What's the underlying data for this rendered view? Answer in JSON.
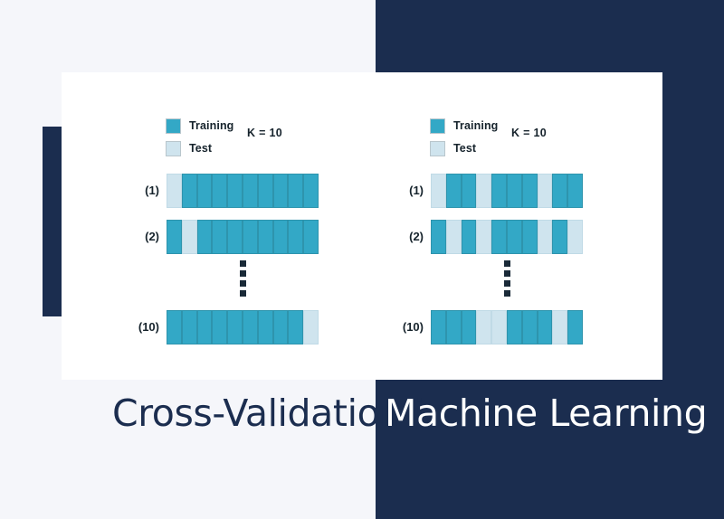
{
  "theme": {
    "background_light": "#f5f6fa",
    "background_navy": "#1b2d4f",
    "card": "#ffffff",
    "training_color": "#33a8c6",
    "test_color": "#cfe4ee",
    "title_dark": "#1b2d4f",
    "title_light": "#ffffff"
  },
  "title": {
    "part_1": "Cross-Validation in",
    "part_2": "Machine Learning",
    "full": "Cross-Validation in Machine Learning"
  },
  "legend": {
    "training_label": "Training",
    "test_label": "Test",
    "training_swatch": "training-swatch-icon",
    "test_swatch": "test-swatch-icon"
  },
  "panels": [
    {
      "id": "k-fold",
      "k_label": "K = 10",
      "rows": [
        {
          "label": "(1)",
          "cells": [
            "test",
            "train",
            "train",
            "train",
            "train",
            "train",
            "train",
            "train",
            "train",
            "train"
          ]
        },
        {
          "label": "(2)",
          "cells": [
            "train",
            "test",
            "train",
            "train",
            "train",
            "train",
            "train",
            "train",
            "train",
            "train"
          ]
        },
        {
          "label": "(10)",
          "cells": [
            "train",
            "train",
            "train",
            "train",
            "train",
            "train",
            "train",
            "train",
            "train",
            "test"
          ]
        }
      ],
      "ellipsis_dots": 4
    },
    {
      "id": "random-subsampling",
      "k_label": "K = 10",
      "rows": [
        {
          "label": "(1)",
          "cells": [
            "test",
            "train",
            "train",
            "test",
            "train",
            "train",
            "train",
            "test",
            "train",
            "train"
          ]
        },
        {
          "label": "(2)",
          "cells": [
            "train",
            "test",
            "train",
            "test",
            "train",
            "train",
            "train",
            "test",
            "train",
            "test"
          ]
        },
        {
          "label": "(10)",
          "cells": [
            "train",
            "train",
            "train",
            "test",
            "test",
            "train",
            "train",
            "train",
            "test",
            "train"
          ]
        }
      ],
      "ellipsis_dots": 4
    }
  ]
}
